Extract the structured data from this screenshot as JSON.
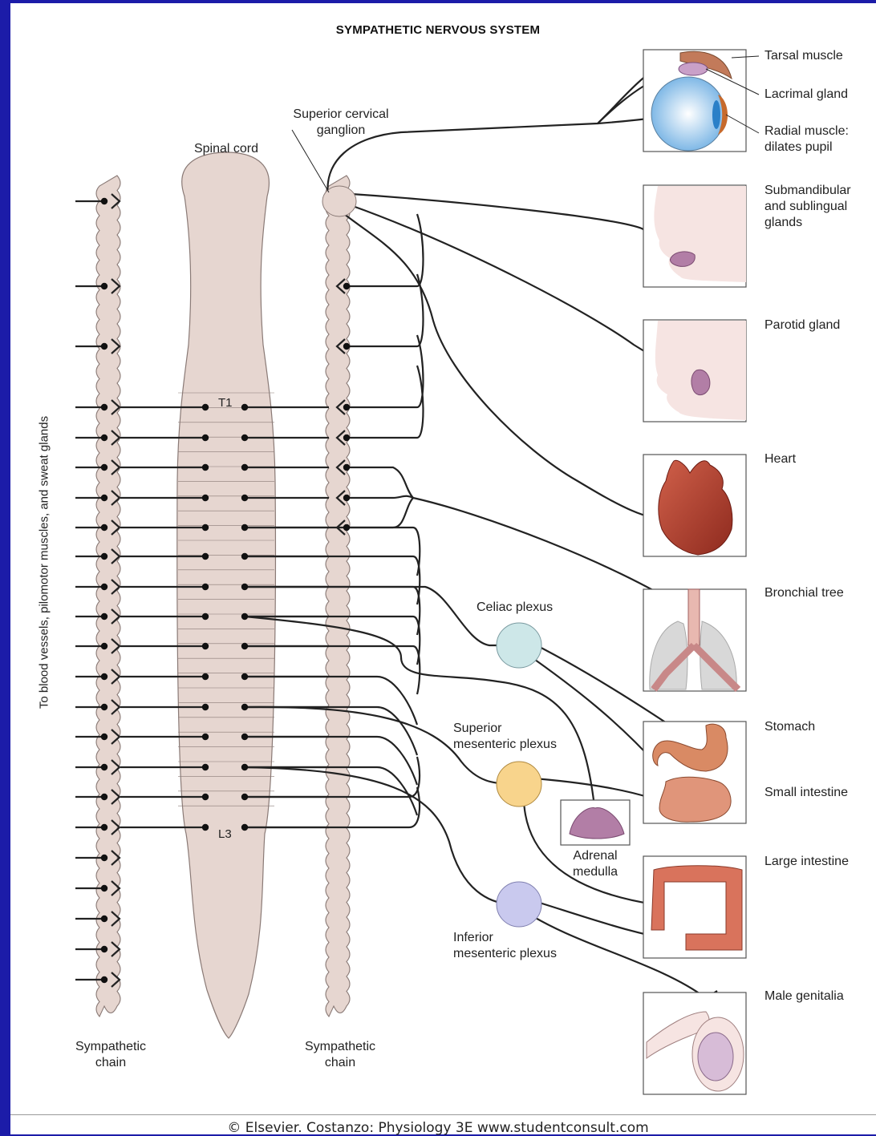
{
  "title": "SYMPATHETIC NERVOUS SYSTEM",
  "vertical_label": "To blood vessels, pilomotor muscles, and sweat glands",
  "labels": {
    "spinal_cord": "Spinal cord",
    "superior_cervical_ganglion": "Superior cervical\nganglion",
    "chain_left": "Sympathetic\nchain",
    "chain_right": "Sympathetic\nchain",
    "t1": "T1",
    "l3": "L3",
    "celiac": "Celiac plexus",
    "superior_mesenteric": "Superior\nmesenteric plexus",
    "inferior_mesenteric": "Inferior\nmesenteric plexus",
    "adrenal": "Adrenal\nmedulla"
  },
  "organs": [
    {
      "id": "tarsal",
      "label": "Tarsal muscle"
    },
    {
      "id": "lacrimal",
      "label": "Lacrimal gland"
    },
    {
      "id": "radial",
      "label": "Radial muscle:\ndilates pupil"
    },
    {
      "id": "submandibular",
      "label": "Submandibular\nand sublingual\nglands"
    },
    {
      "id": "parotid",
      "label": "Parotid gland"
    },
    {
      "id": "heart",
      "label": "Heart"
    },
    {
      "id": "bronchial",
      "label": "Bronchial tree"
    },
    {
      "id": "stomach",
      "label": "Stomach"
    },
    {
      "id": "small_intestine",
      "label": "Small intestine"
    },
    {
      "id": "large_intestine",
      "label": "Large intestine"
    },
    {
      "id": "male_genitalia",
      "label": "Male genitalia"
    }
  ],
  "footer": "© Elsevier. Costanzo: Physiology 3E www.studentconsult.com",
  "colors": {
    "border": "#1c1ca8",
    "tissue": "#e6d6d0",
    "tissue_stroke": "#8a7a76",
    "celiac": "#cde7e8",
    "superior_mesenteric": "#f8d48c",
    "inferior_mesenteric": "#c9c9ee",
    "organ_red": "#c0553f",
    "gland_purple": "#b27ea6"
  }
}
